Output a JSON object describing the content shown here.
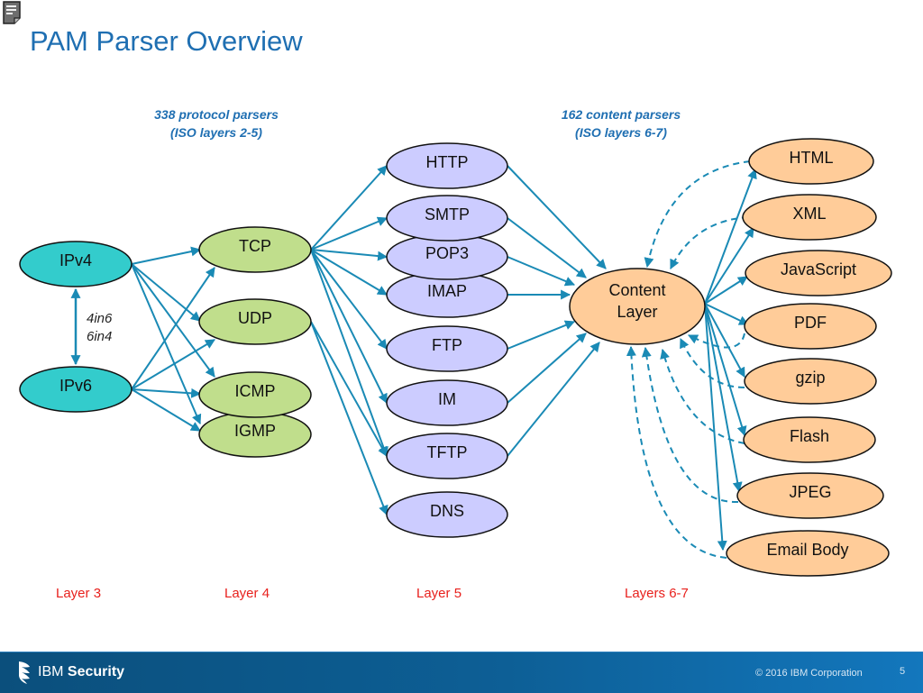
{
  "slide": {
    "title": "PAM Parser Overview",
    "page_number": "5"
  },
  "captions": {
    "protocol": {
      "line1": "338 protocol parsers",
      "line2": "(ISO layers 2-5)"
    },
    "content": {
      "line1": "162 content parsers",
      "line2": "(ISO layers 6-7)"
    }
  },
  "layer_labels": [
    "Layer 3",
    "Layer 4",
    "Layer 5",
    "Layers 6-7"
  ],
  "colors": {
    "title": "#1f6fb2",
    "arrow": "#1a8ab5",
    "layer3_fill": "#33cccc",
    "layer4_fill": "#c0de8c",
    "layer5_fill": "#ccccff",
    "content_fill": "#ffcc99",
    "layer_label": "#e8201c"
  },
  "diagram": {
    "tunnel_label": {
      "line1": "4in6",
      "line2": "6in4"
    },
    "nodes": {
      "ipv4": "IPv4",
      "ipv6": "IPv6",
      "tcp": "TCP",
      "udp": "UDP",
      "icmp": "ICMP",
      "igmp": "IGMP",
      "http": "HTTP",
      "smtp": "SMTP",
      "pop3": "POP3",
      "imap": "IMAP",
      "ftp": "FTP",
      "im": "IM",
      "tftp": "TFTP",
      "dns": "DNS",
      "content_line1": "Content",
      "content_line2": "Layer",
      "html": "HTML",
      "xml": "XML",
      "javascript": "JavaScript",
      "pdf": "PDF",
      "gzip": "gzip",
      "flash": "Flash",
      "jpeg": "JPEG",
      "email_body": "Email Body"
    }
  },
  "footer": {
    "brand_light": "IBM",
    "brand_bold": "Security",
    "copyright": "© 2016 IBM Corporation"
  }
}
